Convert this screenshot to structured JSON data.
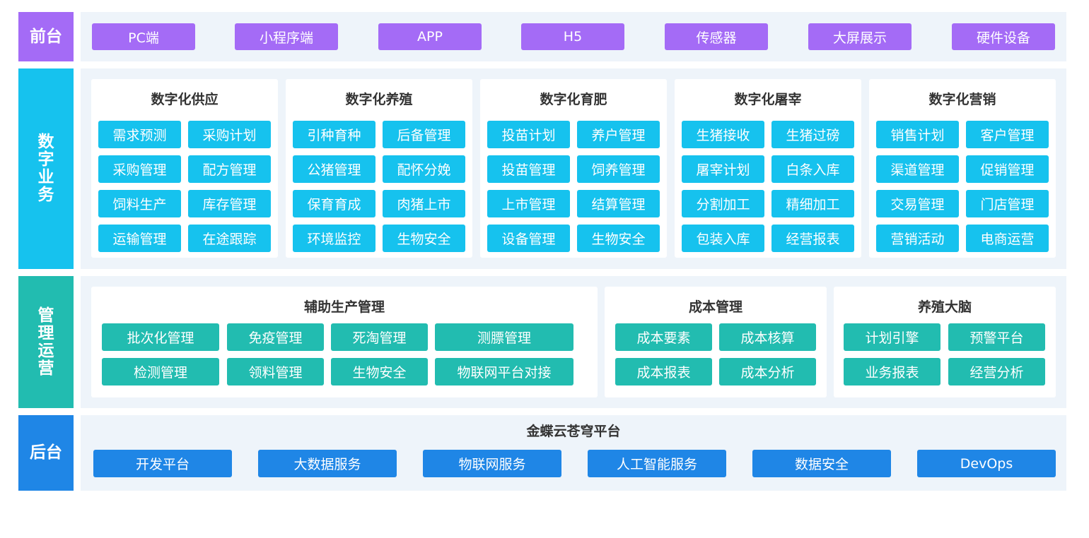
{
  "front": {
    "label": "前台",
    "items": [
      "PC端",
      "小程序端",
      "APP",
      "H5",
      "传感器",
      "大屏展示",
      "硬件设备"
    ]
  },
  "digital": {
    "label": "数字业务",
    "groups": [
      {
        "title": "数字化供应",
        "items": [
          "需求预测",
          "采购计划",
          "采购管理",
          "配方管理",
          "饲料生产",
          "库存管理",
          "运输管理",
          "在途跟踪"
        ]
      },
      {
        "title": "数字化养殖",
        "items": [
          "引种育种",
          "后备管理",
          "公猪管理",
          "配怀分娩",
          "保育育成",
          "肉猪上市",
          "环境监控",
          "生物安全"
        ]
      },
      {
        "title": "数字化育肥",
        "items": [
          "投苗计划",
          "养户管理",
          "投苗管理",
          "饲养管理",
          "上市管理",
          "结算管理",
          "设备管理",
          "生物安全"
        ]
      },
      {
        "title": "数字化屠宰",
        "items": [
          "生猪接收",
          "生猪过磅",
          "屠宰计划",
          "白条入库",
          "分割加工",
          "精细加工",
          "包装入库",
          "经营报表"
        ]
      },
      {
        "title": "数字化营销",
        "items": [
          "销售计划",
          "客户管理",
          "渠道管理",
          "促销管理",
          "交易管理",
          "门店管理",
          "营销活动",
          "电商运营"
        ]
      }
    ]
  },
  "ops": {
    "label": "管理运营",
    "aux": {
      "title": "辅助生产管理",
      "items": [
        "批次化管理",
        "免疫管理",
        "死淘管理",
        "测膘管理",
        "检测管理",
        "领料管理",
        "生物安全",
        "物联网平台对接"
      ]
    },
    "cost": {
      "title": "成本管理",
      "items": [
        "成本要素",
        "成本核算",
        "成本报表",
        "成本分析"
      ]
    },
    "brain": {
      "title": "养殖大脑",
      "items": [
        "计划引擎",
        "预警平台",
        "业务报表",
        "经营分析"
      ]
    }
  },
  "back": {
    "label": "后台",
    "title": "金蝶云苍穹平台",
    "items": [
      "开发平台",
      "大数据服务",
      "物联网服务",
      "人工智能服务",
      "数据安全",
      "DevOps"
    ]
  },
  "colors": {
    "front": "#a46bf6",
    "digital": "#16c2ee",
    "ops": "#22bcb0",
    "back": "#1f86e6",
    "panel": "#eef4fa"
  }
}
